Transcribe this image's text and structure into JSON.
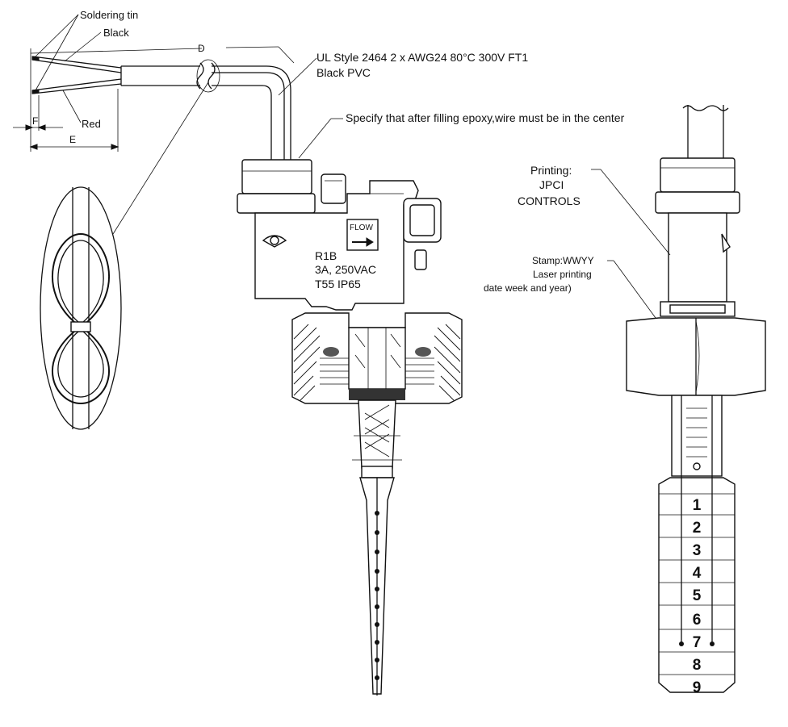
{
  "labels": {
    "soldering_tin": "Soldering tin",
    "black": "Black",
    "red": "Red",
    "dim_d": "D",
    "dim_e": "E",
    "dim_f": "F",
    "cable_spec_line1": "UL Style 2464 2 x AWG24 80°C 300V FT1",
    "cable_spec_line2": "Black  PVC",
    "epoxy_note": "Specify that after filling epoxy,wire must be in the center",
    "printing_line1": "Printing:",
    "printing_line2": "JPCI",
    "printing_line3": "CONTROLS",
    "stamp_line1": "Stamp:WWYY",
    "stamp_line2": "Laser printing",
    "stamp_line3": "date week and year)",
    "flow_label": "FLOW",
    "body_line1": "R1B",
    "body_line2": "3A, 250VAC",
    "body_line3": "T55  IP65"
  },
  "paddle_scale": [
    "1",
    "2",
    "3",
    "4",
    "5",
    "6",
    "7",
    "8",
    "9"
  ]
}
